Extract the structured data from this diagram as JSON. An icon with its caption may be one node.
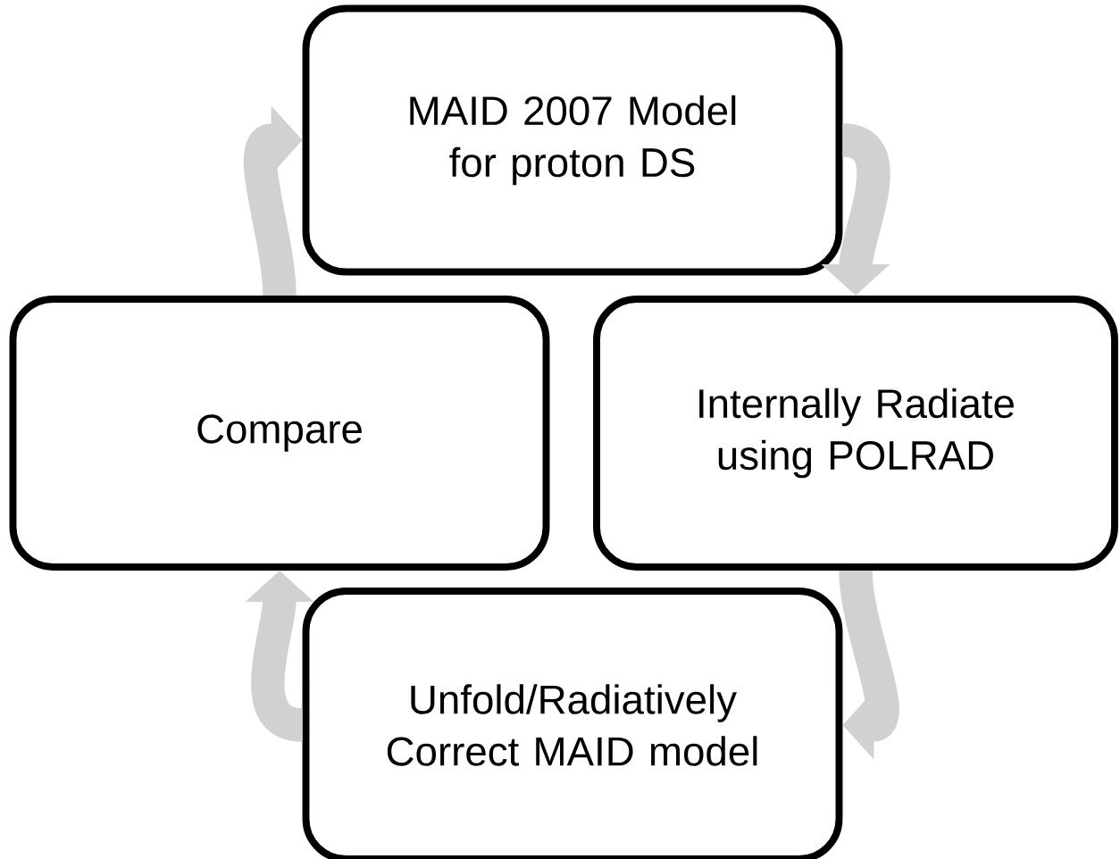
{
  "diagram": {
    "nodes": [
      {
        "text": [
          "MAID 2007 Model for proton DS"
        ]
      },
      {
        "text": [
          "Internally Radiate using POLRAD"
        ]
      },
      {
        "text": [
          "Unfold/Radiatively Correct MAID model"
        ]
      },
      {
        "text": [
          "Compare"
        ]
      }
    ],
    "edges": [
      {
        "from": 0,
        "to": 1,
        "arrow": "to"
      },
      {
        "from": 1,
        "to": 2,
        "arrow": "to"
      },
      {
        "from": 2,
        "to": 3,
        "arrow": "to"
      },
      {
        "from": 3,
        "to": 0,
        "arrow": "to"
      }
    ]
  }
}
